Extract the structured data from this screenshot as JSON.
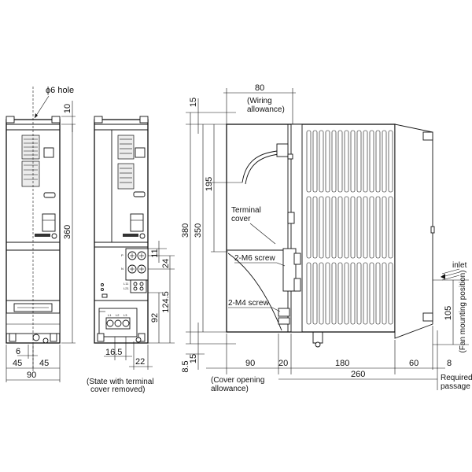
{
  "drawing": {
    "front": {
      "hole_label": "ϕ6 hole",
      "dim_top": "10",
      "dim_height": "360",
      "dim_6": "6",
      "dim_45a": "45",
      "dim_45b": "45",
      "dim_width": "90"
    },
    "terminal": {
      "dim_11": "11",
      "dim_24": "24",
      "dim_124_5": "124.5",
      "dim_92": "92",
      "dim_16_5": "16.5",
      "dim_22": "22",
      "note_line1": "(State with terminal",
      "note_line2": "cover removed)"
    },
    "side": {
      "dim_80": "80",
      "wiring_line1": "(Wiring",
      "wiring_line2": "allowance)",
      "dim_15_top": "15",
      "dim_195": "195",
      "dim_380": "380",
      "dim_350": "350",
      "dim_15_bottom": "15",
      "dim_8_5": "8.5",
      "terminal_cover_line1": "Terminal",
      "terminal_cover_line2": "cover",
      "m6_label": "2-M6 screw",
      "m4_label": "2-M4 screw",
      "dim_90": "90",
      "dim_20": "20",
      "dim_180": "180",
      "dim_60": "60",
      "dim_8": "8",
      "dim_260": "260",
      "cover_line1": "(Cover opening",
      "cover_line2": "allowance)",
      "passage_line1": "Required",
      "passage_line2": "passage",
      "inlet_label": "inlet",
      "dim_105": "105",
      "fan_label": "(Fan mounting position)"
    }
  }
}
